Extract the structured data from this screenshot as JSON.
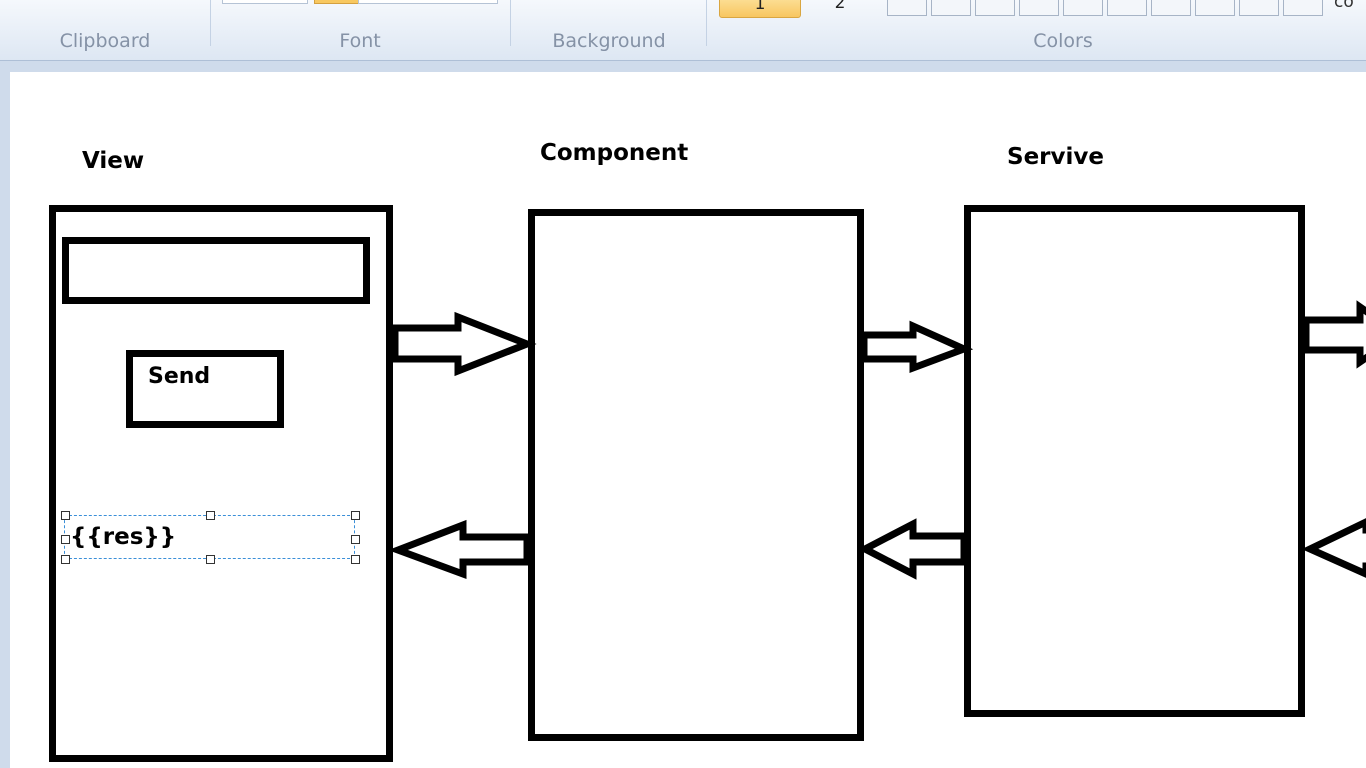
{
  "ribbon": {
    "groups": [
      "Clipboard",
      "Font",
      "Background",
      "Colors"
    ],
    "color1_label": "1",
    "color2_label": "2",
    "cut_text": "co"
  },
  "diagram": {
    "view_title": "View",
    "component_title": "Component",
    "service_title": "Servive",
    "send_label": "Send",
    "res_text": "{{res}}"
  }
}
